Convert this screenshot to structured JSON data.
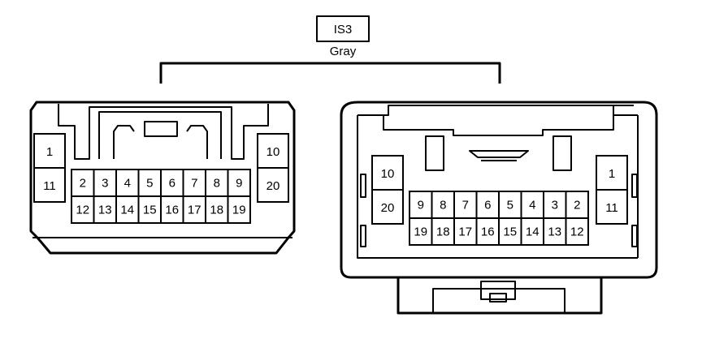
{
  "connector": {
    "code": "IS3",
    "color": "Gray"
  },
  "left_view": {
    "side_pins": [
      {
        "label": "1"
      },
      {
        "label": "11"
      },
      {
        "label": "10"
      },
      {
        "label": "20"
      }
    ],
    "top_row": [
      "2",
      "3",
      "4",
      "5",
      "6",
      "7",
      "8",
      "9"
    ],
    "bottom_row": [
      "12",
      "13",
      "14",
      "15",
      "16",
      "17",
      "18",
      "19"
    ]
  },
  "right_view": {
    "side_pins": [
      {
        "label": "10"
      },
      {
        "label": "20"
      },
      {
        "label": "1"
      },
      {
        "label": "11"
      }
    ],
    "top_row": [
      "9",
      "8",
      "7",
      "6",
      "5",
      "4",
      "3",
      "2"
    ],
    "bottom_row": [
      "19",
      "18",
      "17",
      "16",
      "15",
      "14",
      "13",
      "12"
    ]
  }
}
